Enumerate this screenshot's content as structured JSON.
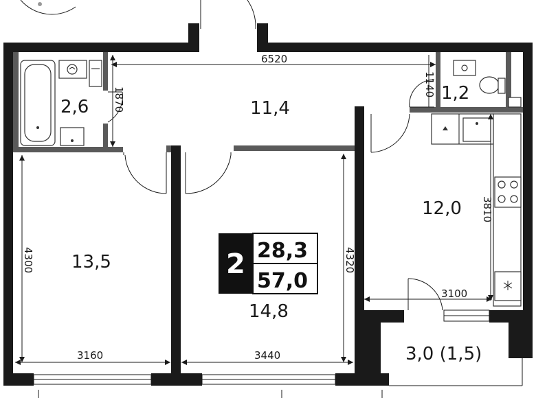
{
  "rooms": {
    "bathroom": "2,6",
    "hallway": "11,4",
    "wc": "1,2",
    "kitchen": "12,0",
    "bedroom_left": "13,5",
    "bedroom_center": "14,8",
    "balcony": "3,0 (1,5)"
  },
  "dimensions": {
    "hall_width": "6520",
    "bath_height": "1870",
    "wc_height": "1140",
    "kitchen_height": "3810",
    "kitchen_width": "3100",
    "left_height": "4300",
    "left_width": "3160",
    "center_height": "4320",
    "center_width": "3440"
  },
  "badge": {
    "rooms_count": "2",
    "living_area": "28,3",
    "total_area": "57,0"
  },
  "colors": {
    "wall": "#1a1a1a",
    "partition": "#5a5a5a",
    "badge_bg": "#111111"
  }
}
